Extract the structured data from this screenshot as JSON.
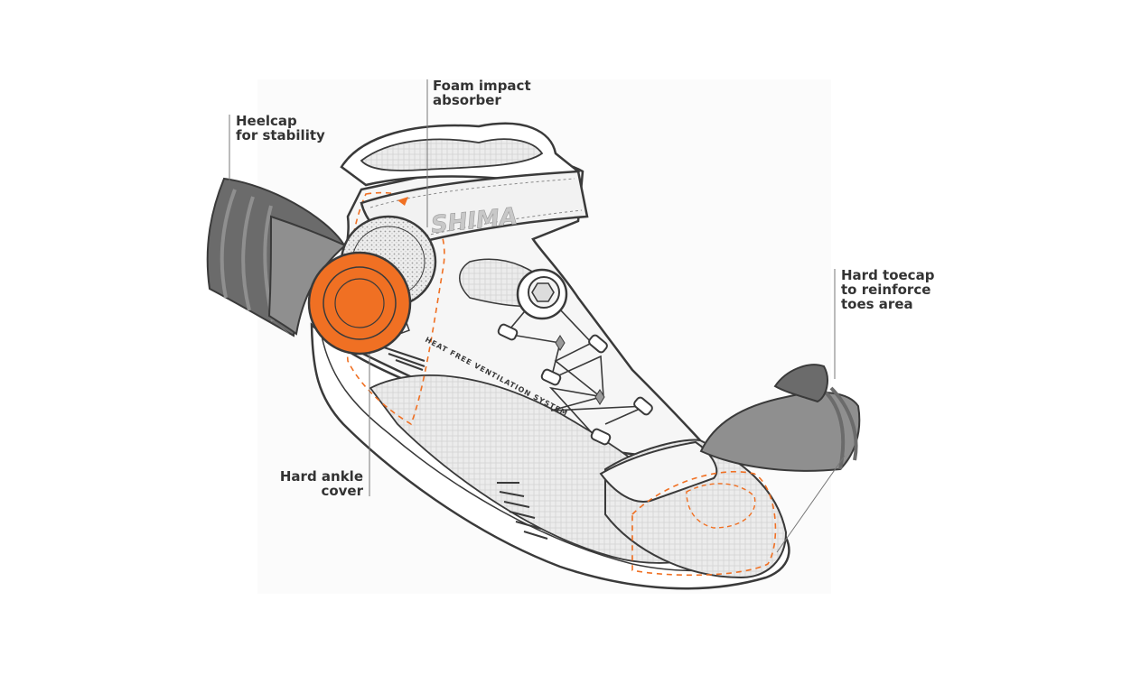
{
  "diagram": {
    "brand_text": "SHIMA",
    "ventilation_text": "HEAT FREE VENTILATION SYSTEM",
    "logo_mark": "3",
    "colors": {
      "outline": "#3a3a3a",
      "accent": "#f07023",
      "cap_dark": "#6b6b6b",
      "cap_mid": "#8f8f8f",
      "mesh": "#e6e6e6",
      "foam": "#e9e9e9",
      "leader": "#555555"
    }
  },
  "callouts": {
    "foam": "Foam impact\nabsorber",
    "heelcap": "Heelcap\nfor stability",
    "toecap": "Hard toecap\nto reinforce\ntoes area",
    "ankle": "Hard ankle\ncover"
  }
}
